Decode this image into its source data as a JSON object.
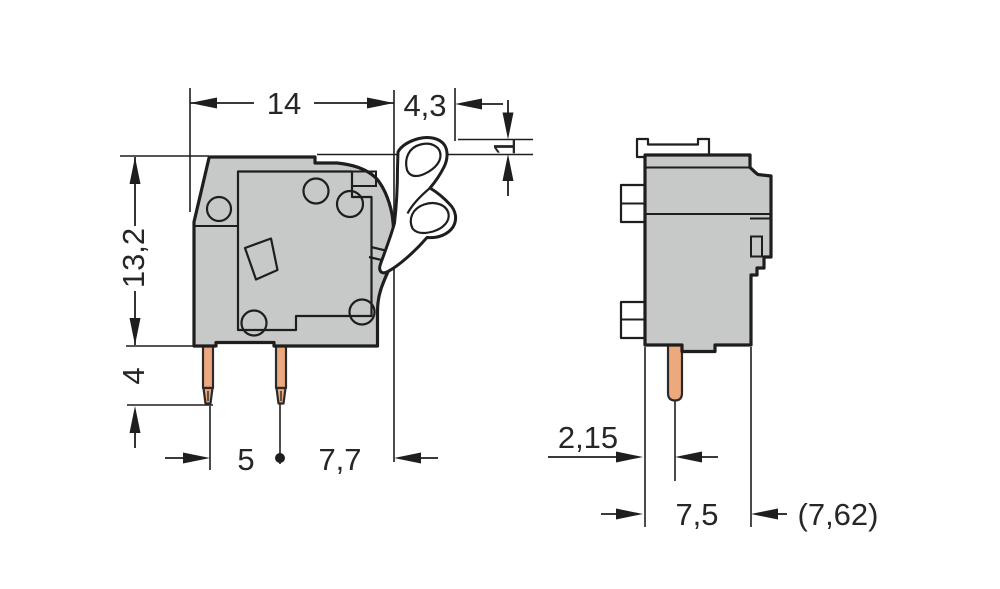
{
  "views": {
    "front": {
      "labels": {
        "width": "14",
        "lever_offset": "4,3",
        "lever_height": "1",
        "height": "13,2",
        "pin_length": "4",
        "pin_spacing": "5",
        "right_offset": "7,7"
      }
    },
    "side": {
      "labels": {
        "pin_to_edge": "2,15",
        "pitch": "7,5",
        "pitch_alt": "(7,62)"
      }
    }
  },
  "colors": {
    "line": "#1e1e1e",
    "body": "#c7c9c8",
    "body_inner": "#bec0bf",
    "lever": "#ffffff",
    "pin": "#eba97d",
    "background": "#ffffff"
  }
}
